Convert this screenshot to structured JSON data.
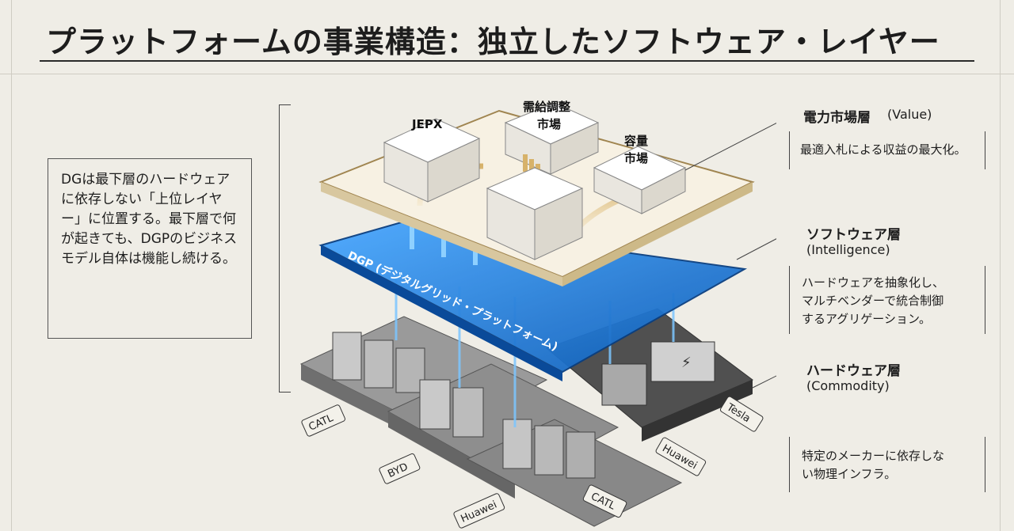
{
  "title": "プラットフォームの事業構造：独立したソフトウェア・レイヤー",
  "left_note": "DGは最下層のハードウェアに依存しない「上位レイヤー」に位置する。最下層で何が起きても、DGPのビジネスモデル自体は機能し続ける。",
  "market_boxes": {
    "jepx": "JEPX",
    "supply_demand": [
      "需給調整",
      "市場"
    ],
    "capacity": [
      "容量",
      "市場"
    ]
  },
  "platform_label": "DGP (デジタルグリッド・プラットフォーム)",
  "layers": [
    {
      "title": "電力市場層",
      "subtitle": "(Value)",
      "desc": "最適入札による収益の最大化。"
    },
    {
      "title": "ソフトウェア層",
      "subtitle": "(Intelligence)",
      "desc": "ハードウェアを抽象化し、\nマルチベンダーで統合制御\nするアグリゲーション。"
    },
    {
      "title": "ハードウェア層",
      "subtitle": "(Commodity)",
      "desc": "特定のメーカーに依存しな\nい物理インフラ。"
    }
  ],
  "vendor_tags": [
    "CATL",
    "BYD",
    "Huawei",
    "CATL",
    "Huawei",
    "Tesla"
  ],
  "colors": {
    "platform_blue": "#1f7fd6",
    "flow_gold": "#e0c28a",
    "board_cream": "#f7f1e3"
  }
}
